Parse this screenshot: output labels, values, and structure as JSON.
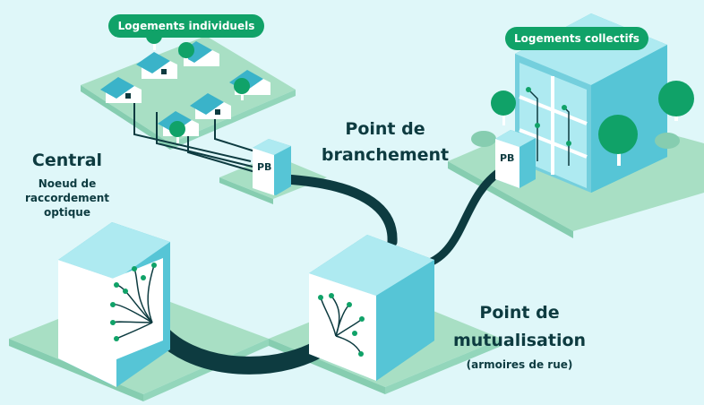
{
  "labels": {
    "individual_housing": "Logements individuels",
    "collective_housing": "Logements collectifs",
    "central_title": "Central",
    "central_sub_1": "Noeud de",
    "central_sub_2": "raccordement",
    "central_sub_3": "optique",
    "branch_point_1": "Point de",
    "branch_point_2": "branchement",
    "mutualisation_1": "Point de",
    "mutualisation_2": "mutualisation",
    "mutualisation_sub": "(armoires de rue)",
    "pb_box": "PB"
  },
  "colors": {
    "background": "#dff7f9",
    "accent_green": "#10a268",
    "dark_cable": "#0d3b40",
    "ground": "#a8dfc4",
    "box_front": "#56c5d6",
    "box_top": "#aeeaf1",
    "box_side": "#ffffff",
    "house_roof": "#3ab3c9",
    "tree": "#10a268"
  }
}
